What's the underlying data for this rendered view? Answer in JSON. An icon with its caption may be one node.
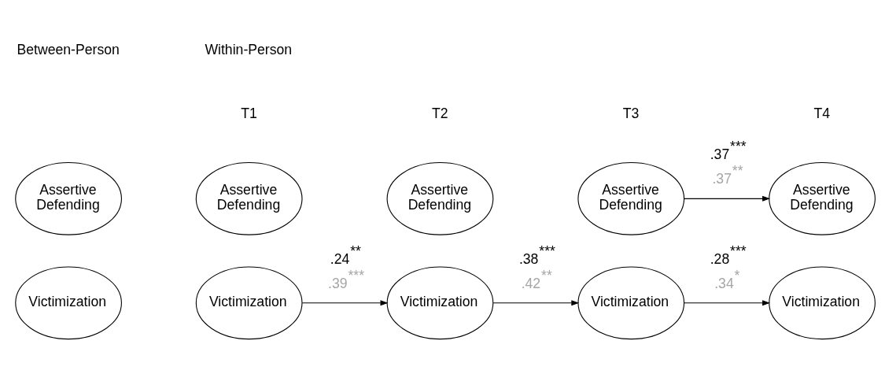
{
  "diagram": {
    "nodes": [
      {
        "text": [
          "Assertive Defending"
        ]
      },
      {
        "text": [
          "Assertive Defending"
        ]
      },
      {
        "text": [
          "Assertive Defending"
        ]
      },
      {
        "text": [
          "Assertive Defending"
        ]
      },
      {
        "text": [
          "Assertive Defending"
        ]
      },
      {
        "text": [
          "Victimization"
        ]
      },
      {
        "text": [
          "Victimization"
        ]
      },
      {
        "text": [
          "Victimization"
        ]
      },
      {
        "text": [
          "Victimization"
        ]
      },
      {
        "text": [
          "Victimization"
        ]
      }
    ],
    "edges": [
      {
        "from": 3,
        "to": 4,
        "arrow": "to",
        "label": ".37$^{***}$"
      },
      {
        "from": 6,
        "to": 7,
        "arrow": "to",
        "label": ".24$^{**}$"
      },
      {
        "from": 7,
        "to": 8,
        "arrow": "to",
        "label": ".38$^{***}$"
      },
      {
        "from": 8,
        "to": 9,
        "arrow": "to",
        "label": ".28$^{***}$"
      }
    ],
    "labels": [
      "Between-Person",
      "Within-Person",
      "T1",
      "T2",
      "T3",
      "T4",
      ".37$^{**}$",
      ".39$^{***}$",
      ".42$^{**}$",
      ".34$^{*}$"
    ]
  }
}
